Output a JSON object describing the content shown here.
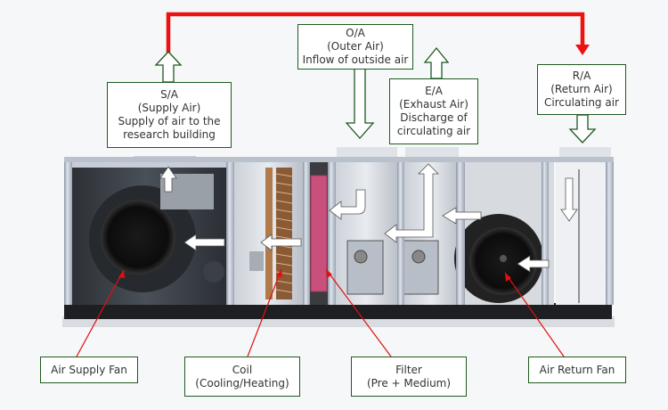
{
  "diagram": {
    "title": "Air Handling Unit airflow diagram",
    "colors": {
      "flow_line": "#ee1111",
      "label_border": "#1f5a1f",
      "pointer_line": "#e01010",
      "background": "#f6f7f9"
    },
    "airflow_labels": [
      {
        "id": "sa",
        "lines": [
          "S/A",
          "(Supply Air)",
          "Supply of air to the",
          "research building"
        ],
        "arrow": "up"
      },
      {
        "id": "oa",
        "lines": [
          "O/A",
          "(Outer Air)",
          "Inflow of outside air"
        ],
        "arrow": "down"
      },
      {
        "id": "ea",
        "lines": [
          "E/A",
          "(Exhaust Air)",
          "Discharge of",
          "circulating air"
        ],
        "arrow": "up"
      },
      {
        "id": "ra",
        "lines": [
          "R/A",
          "(Return Air)",
          "Circulating air"
        ],
        "arrow": "down"
      }
    ],
    "component_labels": [
      {
        "id": "supply-fan",
        "lines": [
          "Air Supply Fan"
        ]
      },
      {
        "id": "coil",
        "lines": [
          "Coil",
          "(Cooling/Heating)"
        ]
      },
      {
        "id": "filter",
        "lines": [
          "Filter",
          "(Pre + Medium)"
        ]
      },
      {
        "id": "return-fan",
        "lines": [
          "Air Return Fan"
        ]
      }
    ],
    "sections": [
      "supply-fan-section",
      "coil-section",
      "filter-section",
      "mixing-section",
      "exhaust-section",
      "return-fan-section",
      "return-inlet-section"
    ]
  }
}
